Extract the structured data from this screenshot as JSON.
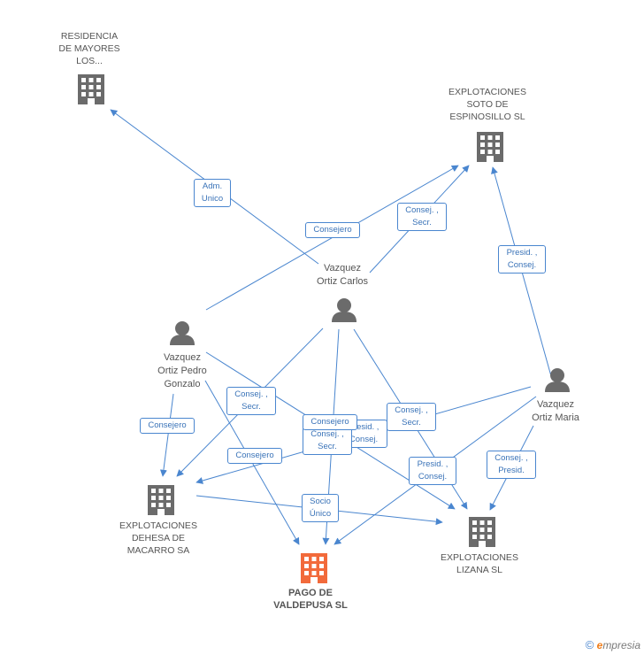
{
  "nodes": {
    "residencia": {
      "label": "RESIDENCIA\nDE MAYORES\nLOS...",
      "kind": "company"
    },
    "soto": {
      "label": "EXPLOTACIONES\nSOTO DE\nESPINOSILLO SL",
      "kind": "company"
    },
    "carlos": {
      "label": "Vazquez\nOrtiz Carlos",
      "kind": "person"
    },
    "pedro": {
      "label": "Vazquez\nOrtiz Pedro\nGonzalo",
      "kind": "person"
    },
    "maria": {
      "label": "Vazquez\nOrtiz Maria",
      "kind": "person"
    },
    "dehesa": {
      "label": "EXPLOTACIONES\nDEHESA DE\nMACARRO SA",
      "kind": "company"
    },
    "lizana": {
      "label": "EXPLOTACIONES\nLIZANA SL",
      "kind": "company"
    },
    "pago": {
      "label": "PAGO DE\nVALDEPUSA SL",
      "kind": "company-focus"
    }
  },
  "edges": {
    "adm_unico": "Adm.\nUnico",
    "consejero_soto": "Consejero",
    "consej_secr_soto": "Consej. ,\nSecr.",
    "presid_consej_soto": "Presid. ,\nConsej.",
    "consejero_pedro_dehesa": "Consejero",
    "consej_secr_carlos_dehesa": "Consej. ,\nSecr.",
    "consejero_pedro_pago": "Consejero",
    "consejero_carlos_lizana": "Consejero",
    "consej_secr_carlos_pago": "Consej. ,\nSecr.",
    "presid_consej_hidden": "Presid. ,\nConsej.",
    "consej_secr_maria_dehesa": "Consej. ,\nSecr.",
    "presid_consej_maria_pago": "Presid. ,\nConsej.",
    "consej_presid_maria_lizana": "Consej. ,\nPresid.",
    "socio_unico": "Socio\nÚnico"
  },
  "colors": {
    "company": "#6b6b6b",
    "focus": "#f26a3b",
    "person": "#6b6b6b",
    "edge": "#4a86cf"
  },
  "icons": {
    "company": "building-icon",
    "person": "person-icon"
  },
  "credit": {
    "copyright": "©",
    "brand_initial": "e",
    "brand_rest": "mpresia"
  }
}
